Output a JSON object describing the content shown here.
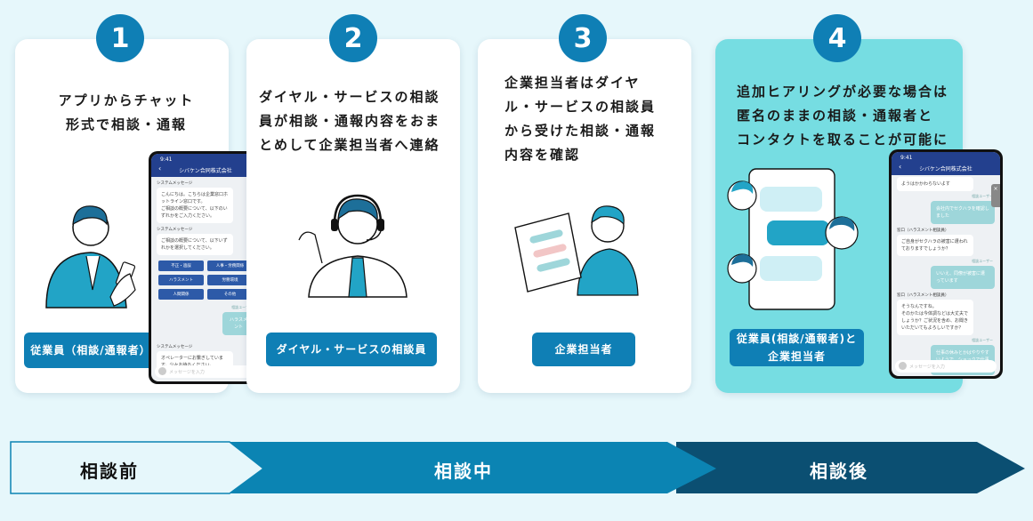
{
  "steps": [
    {
      "number": "1",
      "text": "アプリからチャット\n形式で相談・通報",
      "label": "従業員（相談/通報者）"
    },
    {
      "number": "2",
      "text": "ダイヤル・サービスの相談\n員が相談・通報内容をおま\nとめして企業担当者へ連絡",
      "label": "ダイヤル・サービスの相談員"
    },
    {
      "number": "3",
      "text": "企業担当者はダイヤ\nル・サービスの相談員\nから受けた相談・通報\n内容を確認",
      "label": "企業担当者"
    },
    {
      "number": "4",
      "text": "追加ヒアリングが必要な場合は\n匿名のままの相談・通報者と\nコンタクトを取ることが可能に",
      "label": "従業員(相談/通報者)と\n企業担当者"
    }
  ],
  "phone1": {
    "time": "9:41",
    "company": "シバケン合同株式会社",
    "sys1": "システムメッセージ",
    "msg1": "こんにちは。こちらは企業窓口ホットライン窓口です。\nご相談の概要について、以下のいずれかをご入力ください。",
    "sys2": "システムメッセージ",
    "msg2": "ご相談の概要について、以下いずれかを選択してください。",
    "options": [
      "不正・過誤",
      "人事・労務関係",
      "ハラスメント",
      "労務環境",
      "人間関係",
      "その他"
    ],
    "user_label": "相談ユーザー",
    "user_msg": "ハラスメント",
    "sys3": "システムメッセージ",
    "msg3": "オペレーターにお繋ぎしています。少々お待ちください。",
    "input_placeholder": "メッセージを入力"
  },
  "phone4": {
    "time": "9:41",
    "company": "シバケン合同株式会社",
    "m0": "ようはかかわらないよす",
    "lab1": "相談ユーザー",
    "u1": "会社内でセクハラを確認しました",
    "op1": "窓口（ハラスメント相談員）",
    "o1": "ご自身がセクハラの被害に遭われておりますでしょうか？",
    "lab2": "相談ユーザー",
    "u2": "いいえ、同僚が被害に遭っています",
    "op2": "窓口（ハラスメント相談員）",
    "o2": "そうなんですね。\nそのかたは今体調などは大丈夫でしょうか？ご状況を含め、お聞きいただいてもよろしいですか？",
    "lab3": "相談ユーザー",
    "u3": "仕事の休みとかはやりやすいようで、ショックで仕事が手につかないようです。",
    "input_placeholder": "メッセージを入力"
  },
  "phases": [
    "相談前",
    "相談中",
    "相談後"
  ],
  "colors": {
    "primary": "#0f7fb5",
    "highlight": "#76dde2",
    "phase2": "#0b84b3",
    "phase3": "#0b4f72"
  }
}
